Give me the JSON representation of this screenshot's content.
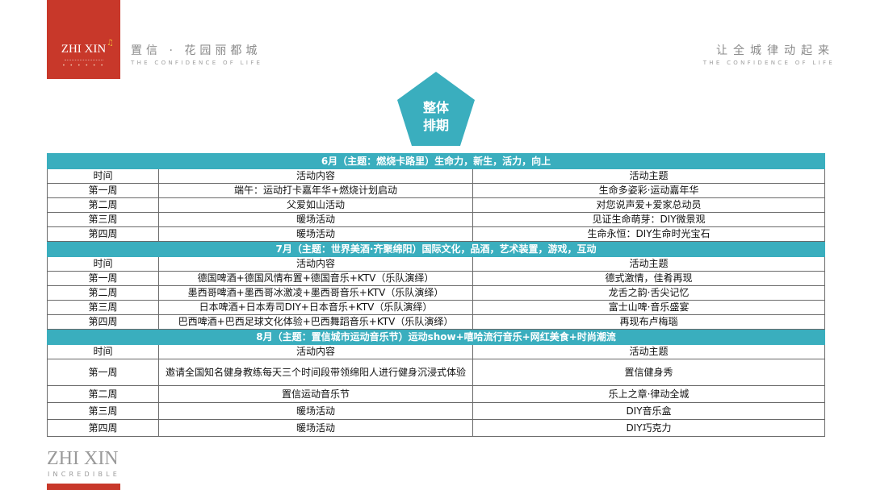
{
  "header": {
    "logo": {
      "text": "ZHI XIN",
      "icon": "music-note-icon",
      "dots": "• • • • • •"
    },
    "brand_cn": "置信 · 花园丽都城",
    "brand_en": "THE CONFIDENCE OF LIFE",
    "slogan_cn": "让全城律动起来",
    "slogan_en": "THE CONFIDENCE OF LIFE"
  },
  "badge": {
    "line1": "整体",
    "line2": "排期",
    "color": "#3aaebe"
  },
  "colors": {
    "accent": "#3aaebe",
    "brand_red": "#c8382a"
  },
  "schedule": {
    "col_headers": {
      "time": "时间",
      "content": "活动内容",
      "theme": "活动主题"
    },
    "months": [
      {
        "title": "6月（主题：燃烧卡路里）生命力，新生，活力，向上",
        "rows": [
          {
            "week": "第一周",
            "content": "端午：运动打卡嘉年华+燃烧计划启动",
            "theme": "生命多姿彩·运动嘉年华"
          },
          {
            "week": "第二周",
            "content": "父爱如山活动",
            "theme": "对您说声爱+爱家总动员"
          },
          {
            "week": "第三周",
            "content": "暖场活动",
            "theme": "见证生命萌芽：DIY微景观"
          },
          {
            "week": "第四周",
            "content": "暖场活动",
            "theme": "生命永恒：DIY生命时光宝石"
          }
        ]
      },
      {
        "title": "7月（主题：世界美酒·齐聚绵阳）国际文化，品酒，艺术装置，游戏，互动",
        "rows": [
          {
            "week": "第一周",
            "content": "德国啤酒+德国风情布置+德国音乐+KTV（乐队演绎）",
            "theme": "德式激情，佳肴再现"
          },
          {
            "week": "第二周",
            "content": "墨西哥啤酒+墨西哥冰激凌+墨西哥音乐+KTV（乐队演绎）",
            "theme": "龙舌之韵·舌尖记忆"
          },
          {
            "week": "第三周",
            "content": "日本啤酒+日本寿司DIY+日本音乐+KTV（乐队演绎）",
            "theme": "富士山啤·音乐盛宴"
          },
          {
            "week": "第四周",
            "content": "巴西啤酒+巴西足球文化体验+巴西舞蹈音乐+KTV（乐队演绎）",
            "theme": "再现布卢梅瑙"
          }
        ]
      },
      {
        "title": "8月（主题：置信城市运动音乐节）运动show+嘻哈流行音乐+网红美食+时尚潮流",
        "rows": [
          {
            "week": "第一周",
            "content": "邀请全国知名健身教练每天三个时间段带领绵阳人进行健身沉浸式体验",
            "theme": "置信健身秀"
          },
          {
            "week": "第二周",
            "content": "置信运动音乐节",
            "theme": "乐上之章·律动全城"
          },
          {
            "week": "第三周",
            "content": "暖场活动",
            "theme": "DIY音乐盒"
          },
          {
            "week": "第四周",
            "content": "暖场活动",
            "theme": "DIY巧克力"
          }
        ]
      }
    ]
  },
  "footer": {
    "logo": "ZHI XIN",
    "tagline": "INCREDIBLE"
  }
}
